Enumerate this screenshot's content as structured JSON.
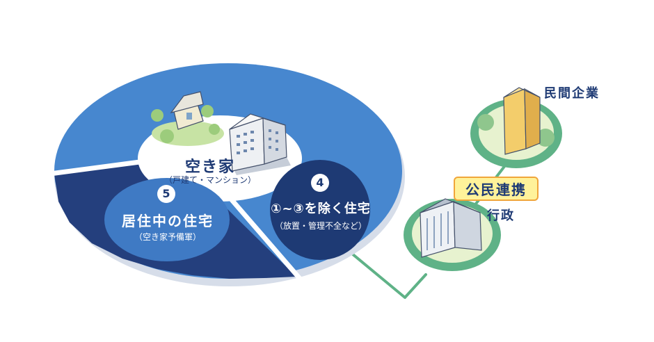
{
  "diagram": {
    "vacant": {
      "title": "空き家",
      "subtitle": "（戸建て・マンション）"
    },
    "segment4": {
      "number": "4",
      "title": "①~③を除く住宅",
      "subtitle": "（放置・管理不全など）"
    },
    "segment5": {
      "number": "5",
      "title": "居住中の住宅",
      "subtitle": "（空き家予備軍）"
    },
    "partners": {
      "private": "民間企業",
      "public_private": "公民連携",
      "government": "行政"
    }
  },
  "colors": {
    "outer_blue": "#4787cf",
    "navy": "#243f7d",
    "segment4_navy": "#1e3a74",
    "segment5_blue": "#3f7ac4",
    "link_green": "#5fb287",
    "label_navy": "#1e3a74",
    "highlight_yellow": "#fff29a",
    "highlight_orange": "#f0a53a"
  }
}
